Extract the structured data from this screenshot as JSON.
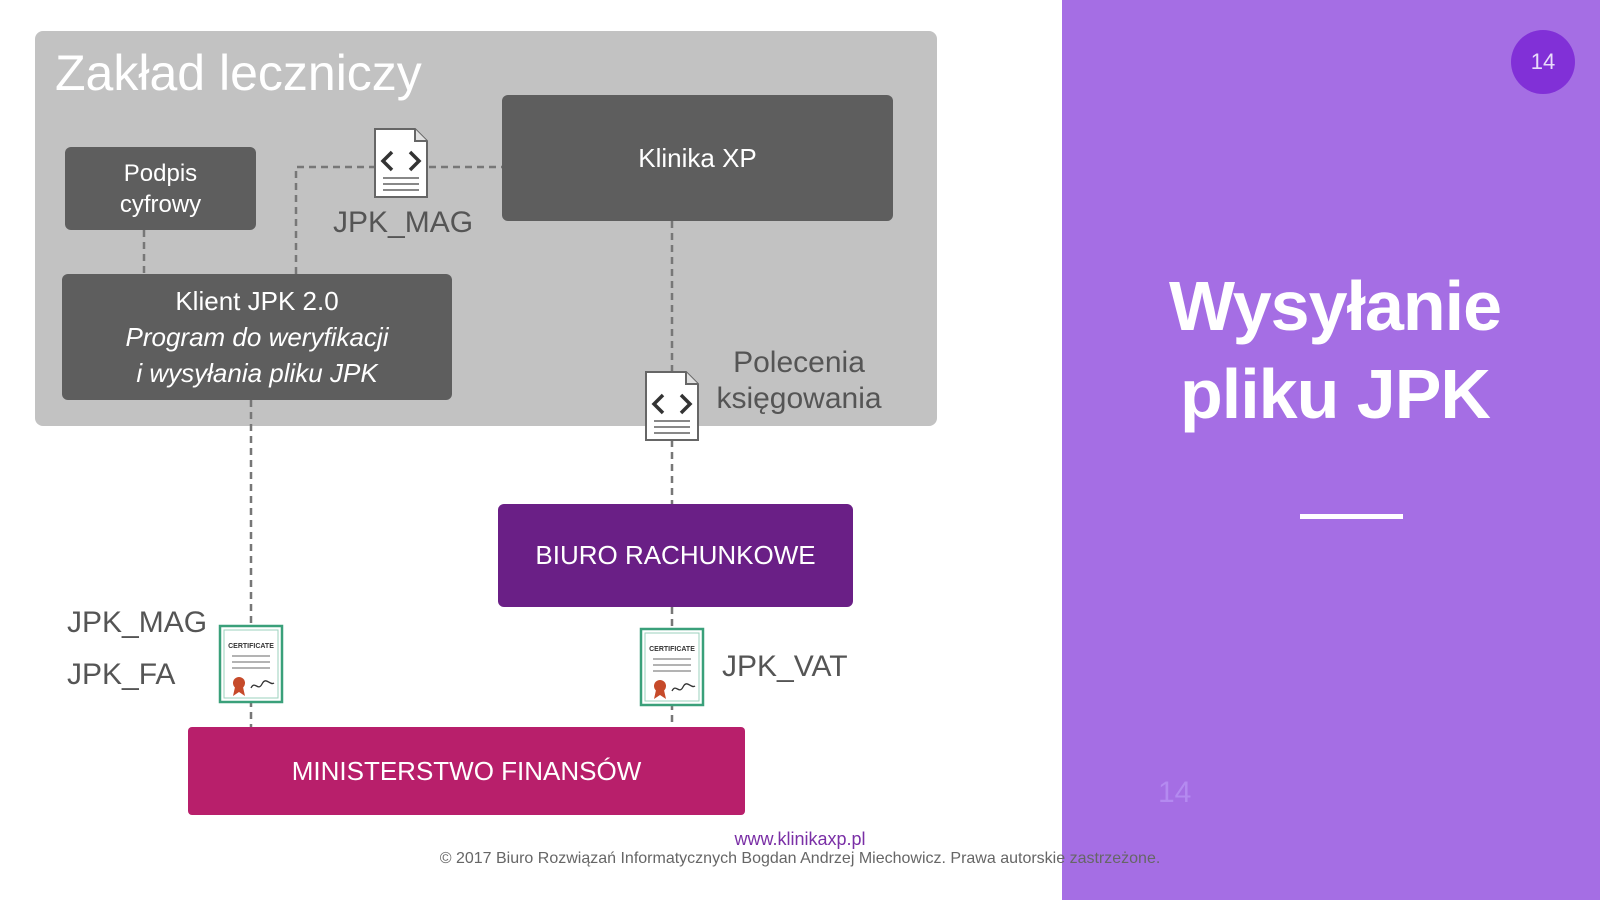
{
  "slide": {
    "number_badge": "14",
    "title_line1": "Wysyłanie",
    "title_line2": "pliku JPK",
    "faded_number": "14",
    "colors": {
      "panel": "#a56ee4",
      "badge": "#8130d7"
    }
  },
  "diagram": {
    "group_title": "Zakład leczniczy",
    "nodes": {
      "podpis_line1": "Podpis",
      "podpis_line2": "cyfrowy",
      "klinika": "Klinika XP",
      "klient_line1": "Klient JPK 2.0",
      "klient_line2": "Program do weryfikacji",
      "klient_line3": "i wysyłania pliku JPK",
      "biuro": "BIURO RACHUNKOWE",
      "ministerstwo": "MINISTERSTWO FINANSÓW"
    },
    "labels": {
      "jpk_mag_top": "JPK_MAG",
      "polecenia_line1": "Polecenia",
      "polecenia_line2": "księgowania",
      "jpk_mag_bottom": "JPK_MAG",
      "jpk_fa": "JPK_FA",
      "jpk_vat": "JPK_VAT",
      "certificate": "CERTIFICATE"
    },
    "icons": [
      "code-document-icon",
      "code-document-icon",
      "certificate-icon",
      "certificate-icon"
    ],
    "colors": {
      "group": "#c2c2c2",
      "node": "#5e5e5e",
      "biuro": "#6a1f86",
      "ministerstwo": "#b81f6b"
    }
  },
  "footer": {
    "url": "www.klinikaxp.pl",
    "copyright": "© 2017 Biuro Rozwiązań Informatycznych Bogdan Andrzej Miechowicz. Prawa autorskie zastrzeżone."
  }
}
